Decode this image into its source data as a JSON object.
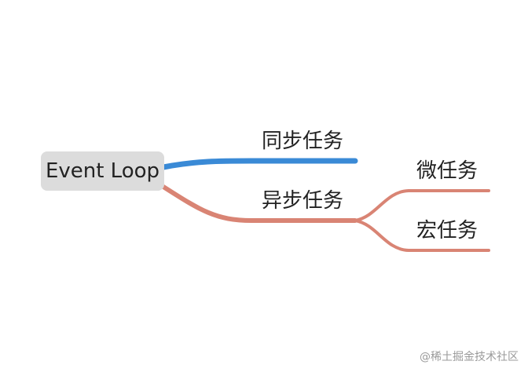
{
  "diagram": {
    "root": {
      "label": "Event Loop"
    },
    "branches": [
      {
        "label": "同步任务",
        "color": "#3a8ad6",
        "children": []
      },
      {
        "label": "异步任务",
        "color": "#d98474",
        "children": [
          {
            "label": "微任务"
          },
          {
            "label": "宏任务"
          }
        ]
      }
    ]
  },
  "watermark": "@稀土掘金技术社区"
}
